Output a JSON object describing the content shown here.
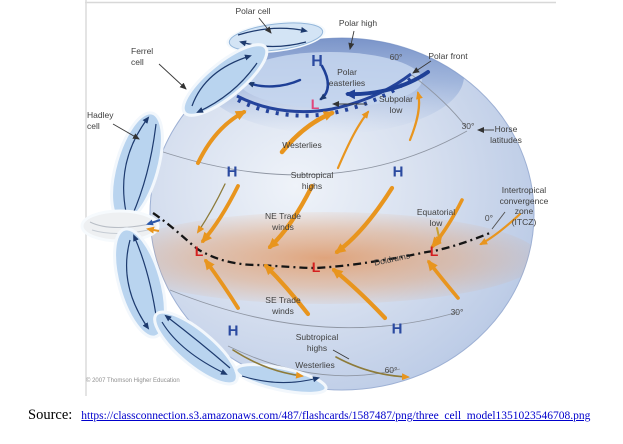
{
  "markers": {
    "high": "H",
    "low": "L"
  },
  "labels": {
    "polar_cell": "Polar cell",
    "polar_high": "Polar high",
    "ferrel_cell": "Ferrel\ncell",
    "hadley_cell": "Hadley\ncell",
    "polar_front": "Polar front",
    "polar_easterlies": "Polar\neasterlies",
    "subpolar_low": "Subpolar\nlow",
    "westerlies_north": "Westerlies",
    "subtropical_highs_north": "Subtropical\nhighs",
    "ne_trade_winds": "NE Trade\nwinds",
    "equatorial_low": "Equatorial\nlow",
    "itcz": "Intertropical\nconvergence\nzone\n(ITCZ)",
    "horse_latitudes": "Horse\nlatitudes",
    "doldrums": "Doldrums",
    "se_trade_winds": "SE Trade\nwinds",
    "subtropical_highs_south": "Subtropical\nhighs",
    "westerlies_south": "Westerlies"
  },
  "latitudes": {
    "north_60": "60°",
    "north_30": "30°",
    "equator": "0°",
    "south_30": "30°",
    "south_60": "60°"
  },
  "copyright": "© 2007 Thomson Higher Education",
  "source": {
    "prefix": "Source:",
    "url": "https://classconnection.s3.amazonaws.com/487/flashcards/1587487/png/three_cell_model1351023546708.png"
  },
  "colors": {
    "high_marker": "#2b4aa0",
    "low_marker": "#d42020",
    "subpolar_low_marker": "#e0457b",
    "arrow_orange": "#e8951e",
    "polar_front_navy": "#24439b",
    "cell_fill": "#b9d4ef",
    "link_blue": "#0000cc"
  }
}
